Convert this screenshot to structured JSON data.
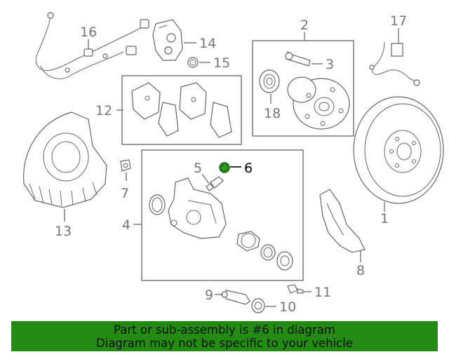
{
  "callouts": {
    "c1": "1",
    "c2": "2",
    "c3": "3",
    "c4": "4",
    "c5": "5",
    "c6": "6",
    "c7": "7",
    "c8": "8",
    "c9": "9",
    "c10": "10",
    "c11": "11",
    "c12": "12",
    "c13": "13",
    "c14": "14",
    "c15": "15",
    "c16": "16",
    "c17": "17",
    "c18": "18"
  },
  "highlight_part": "6",
  "colors": {
    "highlight": "#1f8a14",
    "banner": "#238a14",
    "line": "#777777"
  },
  "banner": {
    "line1": "Part or sub-assembly is #6 in diagram",
    "line2": "Diagram may not be specific to your vehicle"
  }
}
